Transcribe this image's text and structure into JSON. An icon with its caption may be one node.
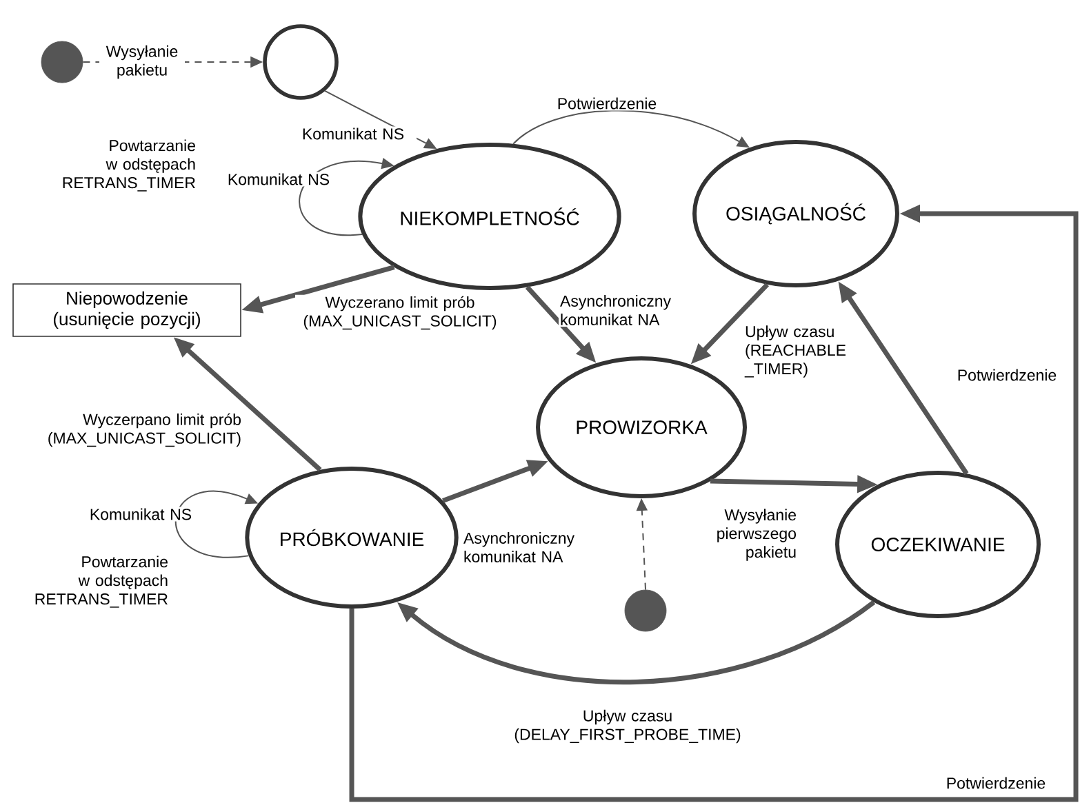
{
  "diagram": {
    "nodes": [
      {
        "text": [],
        "shape": "circle"
      },
      {
        "text": [],
        "shape": "circle"
      },
      {
        "text": [
          "NIEKOMPLETNOŚĆ"
        ]
      },
      {
        "text": [
          "OSIĄGALNOŚĆ"
        ]
      },
      {
        "text": [
          "Niepowodzenie (usunięcie pozycji)"
        ]
      },
      {
        "text": [
          "PROWIZORKA"
        ]
      },
      {
        "text": [
          "PRÓBKOWANIE"
        ]
      },
      {
        "text": [
          "OCZEKIWANIE"
        ]
      },
      {
        "text": [],
        "shape": "circle"
      }
    ],
    "edges": [
      {
        "from": 0,
        "to": 1,
        "arrow": "to",
        "style": "dashed",
        "label": "Wysyłanie pakietu"
      },
      {
        "from": 1,
        "to": 2,
        "arrow": "to",
        "label": "Komunikat NS"
      },
      {
        "from": 2,
        "to": 2,
        "arrow": "to",
        "label": "Komunikat NS"
      },
      {
        "from": 2,
        "to": 3,
        "arrow": "to",
        "label": "Potwierdzenie"
      },
      {
        "from": 2,
        "to": 4,
        "arrow": "to",
        "label": "Wyczerano limit prób (MAX_UNICAST_SOLICIT)"
      },
      {
        "from": 2,
        "to": 5,
        "arrow": "to",
        "label": "Asynchroniczny komunikat NA"
      },
      {
        "from": 3,
        "to": 5,
        "arrow": "to",
        "label": "Upływ czasu (REACHABLE _TIMER)"
      },
      {
        "from": 6,
        "to": 4,
        "arrow": "to",
        "label": "Wyczerpano limit prób (MAX_UNICAST_SOLICIT)"
      },
      {
        "from": 6,
        "to": 6,
        "arrow": "to",
        "label": "Komunikat NS"
      },
      {
        "from": 6,
        "to": 5,
        "arrow": "to",
        "label": "Asynchroniczny komunikat NA"
      },
      {
        "from": 8,
        "to": 5,
        "arrow": "to",
        "style": "dashed"
      },
      {
        "from": 5,
        "to": 7,
        "arrow": "to",
        "label": "Wysyłanie pierwszego pakietu"
      },
      {
        "from": 7,
        "to": 3,
        "arrow": "to",
        "label": "Potwierdzenie"
      },
      {
        "from": 7,
        "to": 6,
        "arrow": "to",
        "label": "Upływ czasu (DELAY_FIRST_PROBE_TIME)"
      },
      {
        "from": 6,
        "to": 3,
        "arrow": "to",
        "label": "Potwierdzenie"
      }
    ],
    "labels": [
      "Powtarzanie w odstępach RETRANS_TIMER",
      "Powtarzanie w odstępach RETRANS_TIMER"
    ]
  }
}
